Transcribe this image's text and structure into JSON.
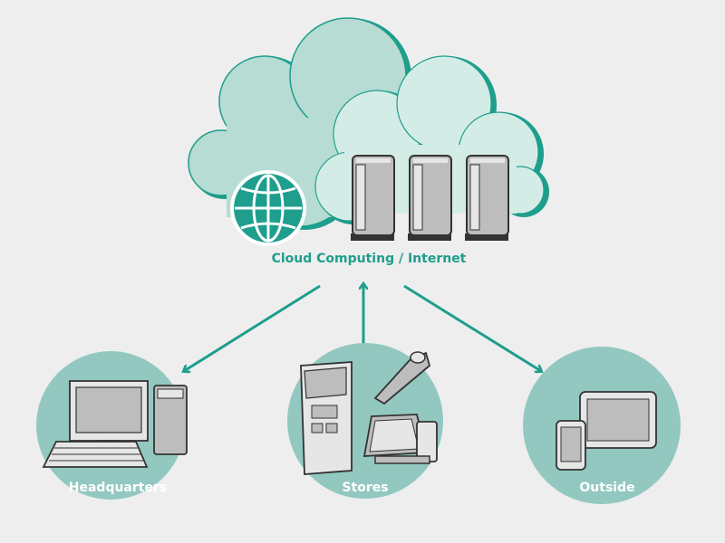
{
  "colors": {
    "background": "#eeeeee",
    "accent": "#1e9e8c",
    "cloud_back": "#b6dcd4",
    "cloud_front": "#d4ece6",
    "circle_fill": "#92c8bf",
    "label_on_circle": "#ffffff",
    "device_dark": "#333333",
    "device_gray": "#bdbdbd",
    "device_light": "#e6e6e6"
  },
  "cloud": {
    "label": "Cloud Computing / Internet",
    "icons": [
      "globe-icon",
      "server-icon",
      "server-icon",
      "server-icon"
    ]
  },
  "nodes": [
    {
      "id": "headquarters",
      "label": "Headquarters",
      "icons": [
        "monitor-icon",
        "keyboard-icon",
        "pc-tower-icon"
      ]
    },
    {
      "id": "stores",
      "label": "Stores",
      "icons": [
        "kiosk-icon",
        "barcode-scanner-icon",
        "pos-terminal-icon"
      ]
    },
    {
      "id": "outside",
      "label": "Outside",
      "icons": [
        "tablet-icon",
        "smartphone-icon"
      ]
    }
  ],
  "connections": [
    {
      "from": "cloud",
      "to": "headquarters",
      "direction": "to-node"
    },
    {
      "from": "stores",
      "to": "cloud",
      "direction": "to-cloud"
    },
    {
      "from": "cloud",
      "to": "outside",
      "direction": "to-node"
    }
  ]
}
